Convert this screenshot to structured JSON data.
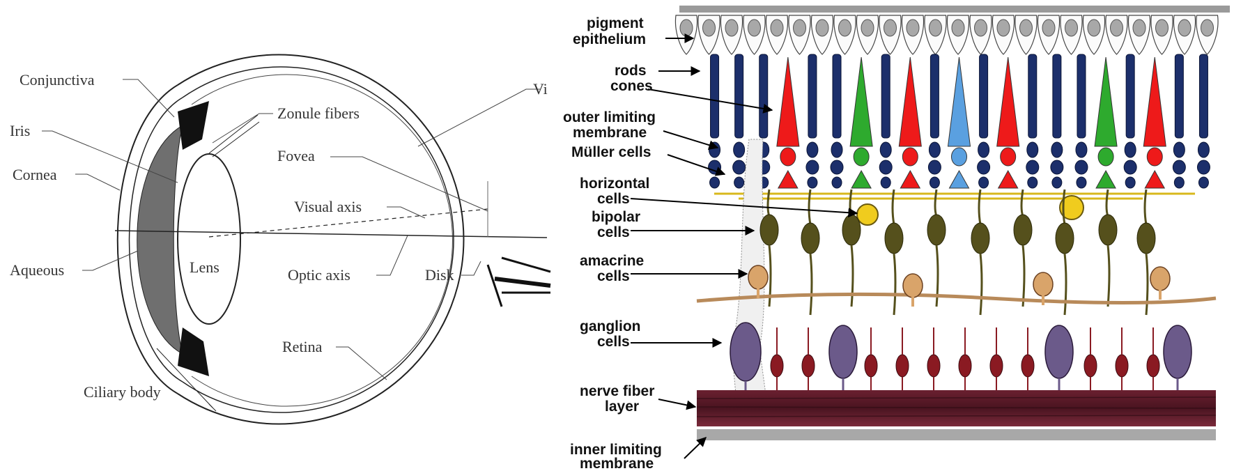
{
  "eye": {
    "labels": {
      "conjunctiva": "Conjunctiva",
      "iris": "Iris",
      "cornea": "Cornea",
      "aqueous": "Aqueous",
      "lens": "Lens",
      "ciliary_body": "Ciliary body",
      "zonule_fibers": "Zonule fibers",
      "fovea": "Fovea",
      "visual_axis": "Visual axis",
      "optic_axis": "Optic axis",
      "disk": "Disk",
      "retina": "Retina",
      "vitreous_partial": "Vi"
    }
  },
  "retina": {
    "labels": {
      "pigment_1": "pigment",
      "pigment_2": "epithelium",
      "rods": "rods",
      "cones": "cones",
      "olm_1": "outer limiting",
      "olm_2": "membrane",
      "muller": "Müller cells",
      "horizontal_1": "horizontal",
      "horizontal_2": "cells",
      "bipolar_1": "bipolar",
      "bipolar_2": "cells",
      "amacrine_1": "amacrine",
      "amacrine_2": "cells",
      "ganglion_1": "ganglion",
      "ganglion_2": "cells",
      "nfl_1": "nerve fiber",
      "nfl_2": "layer",
      "ilm_1": "inner limiting",
      "ilm_2": "membrane"
    },
    "photoreceptor_sequence": [
      "rod",
      "rod",
      "rod",
      "cone-red",
      "rod",
      "rod",
      "cone-green",
      "rod",
      "cone-red",
      "rod",
      "cone-blue",
      "rod",
      "cone-red",
      "rod",
      "rod",
      "rod",
      "cone-green",
      "rod",
      "cone-red",
      "rod",
      "rod"
    ],
    "colors": {
      "rod": "#1c2f6b",
      "cone-red": "#ee1a1a",
      "cone-green": "#2eaa2e",
      "cone-blue": "#5aa0e0",
      "bipolar": "#55501c",
      "horizontal": "#e6c21e",
      "amacrine": "#d9a46a",
      "ganglion": "#6b5a8a",
      "nerve_fiber": "#5a1c2a"
    }
  }
}
